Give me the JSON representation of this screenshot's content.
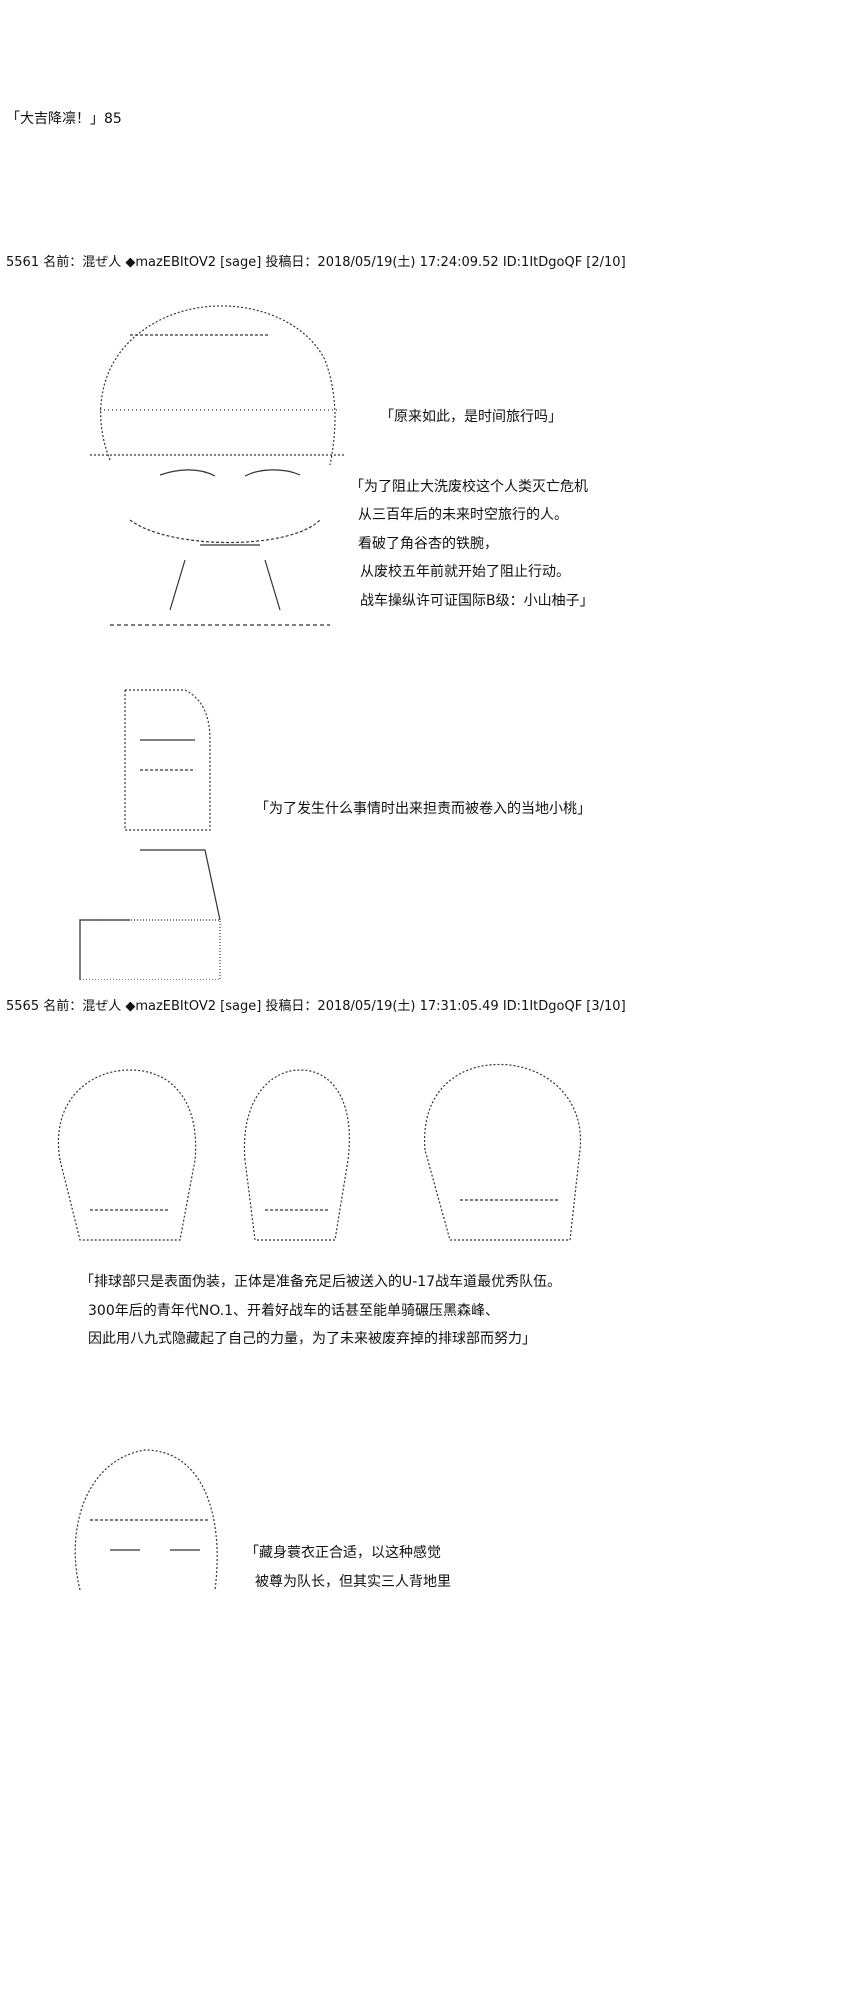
{
  "title": "「大吉降凛！」85",
  "posts": [
    {
      "header": "5561 名前：混ぜ人 ◆mazEBItOV2 [sage] 投稿日：2018/05/19(土) 17:24:09.52 ID:1ItDgoQF [2/10]",
      "art": "Mika",
      "lines": [
        "「原来如此，是时间旅行吗」",
        "「为了阻止大洗废校这个人类灭亡危机",
        "从三百年后的未来时空旅行的人。",
        "看破了角谷杏的铁腕，",
        "从废校五年前就开始了阻止行动。",
        "战车操纵许可证国际B级：小山柚子」"
      ]
    },
    {
      "art": "Momo",
      "lines": [
        "「为了发生什么事情时出来担责而被卷入的当地小桃」"
      ]
    },
    {
      "header": "5565 名前：混ぜ人 ◆mazEBItOV2 [sage] 投稿日：2018/05/19(土) 17:31:05.49 ID:1ItDgoQF [3/10]",
      "lines": [
        "「排球部只是表面伪装，正体是准备充足后被送入的U-17战车道最优秀队伍。",
        "300年后的青年代NO.1、开着好战车的话甚至能单骑碾压黑森峰、",
        "因此用八九式隐藏起了自己的力量，为了未来被废弃掉的排球部而努力」"
      ]
    },
    {
      "lines": [
        "「藏身蓑衣正合适，以这种感觉",
        "被尊为队长，但其实三人背地里"
      ]
    }
  ]
}
